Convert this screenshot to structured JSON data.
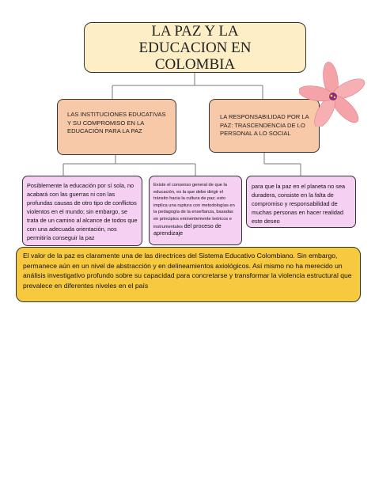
{
  "title": "LA PAZ Y LA EDUCACION EN COLOMBIA",
  "branches": {
    "left": "LAS INSTITUCIONES EDUCATIVAS Y SU COMPROMISO EN LA EDUCACIÓN PARA LA PAZ",
    "right": "LA RESPONSABILIDAD POR LA PAZ: TRASCENDENCIA DE LO PERSONAL A LO SOCIAL"
  },
  "details": {
    "box_a": "Posiblemente la educación por sí sola, no acabará con las guerras ni con las profundas causas de otro tipo de conflictos violentos en el mundo; sin embargo, se trata de un camino al alcance de todos que con una adecuada orientación, nos permitiría conseguir la paz",
    "box_b_small": "Existe el consenso general de que la educación, es la que debe dirigir el tránsito hacia la cultura de paz; esto implica una ruptura con metodologías en la pedagogía de la enseñanza, basadas en principios eminentemente teóricos e instrumentales",
    "box_b_large": "del proceso de aprendizaje",
    "box_c": "para que la paz en el planeta no sea duradera, consiste en la falta de compromiso y responsabilidad de muchas personas en hacer realidad este deseo"
  },
  "summary": "El valor de la paz es claramente una de las directrices del Sistema Educativo Colombiano. Sin embargo, permanece aún en un nivel de abstracción y en delineamientos axiológicos. Así mismo no ha merecido un análisis investigativo profundo sobre su capacidad para concretarse y transformar la violencia estructural que prevalece en diferentes niveles en el país",
  "colors": {
    "title_fill": "#fdeec6",
    "branch_fill": "#f8c9a8",
    "detail_fill": "#f6d0f2",
    "summary_fill": "#f7c93f",
    "flower_petal": "#f4a3a8",
    "flower_center": "#8a2b7a"
  },
  "decoration": "flower-icon"
}
